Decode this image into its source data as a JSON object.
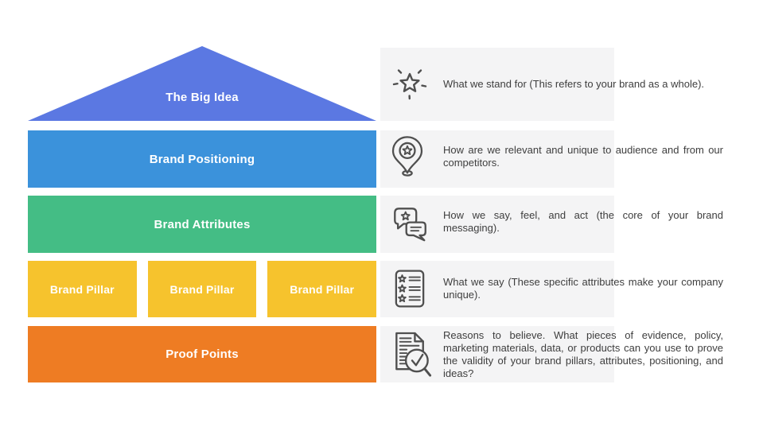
{
  "pyramid": {
    "levels": [
      {
        "id": "big-idea",
        "label": "The Big Idea",
        "shape": "triangle",
        "color": "#5b78e2"
      },
      {
        "id": "brand-positioning",
        "label": "Brand Positioning",
        "shape": "bar",
        "color": "#3b92db"
      },
      {
        "id": "brand-attributes",
        "label": "Brand Attributes",
        "shape": "bar",
        "color": "#44bd85"
      },
      {
        "id": "brand-pillars",
        "pillars": [
          "Brand Pillar",
          "Brand Pillar",
          "Brand Pillar"
        ],
        "shape": "boxes",
        "color": "#f6c32d"
      },
      {
        "id": "proof-points",
        "label": "Proof Points",
        "shape": "bar",
        "color": "#ee7c23"
      }
    ]
  },
  "annotations": [
    {
      "icon": "sparkle-star-icon",
      "text": "What we stand for (This refers to your brand as a whole)."
    },
    {
      "icon": "star-pin-icon",
      "text": "How are we relevant and unique to audience and from our competitors."
    },
    {
      "icon": "chat-bubbles-star-icon",
      "text": "How we say, feel, and act (the core of your brand messaging)."
    },
    {
      "icon": "star-checklist-icon",
      "text": "What we say (These specific attributes make your company unique)."
    },
    {
      "icon": "document-magnifier-icon",
      "text": "Reasons to believe. What pieces of evidence, policy, marketing materials, data, or products can you use to prove the validity of your brand pillars, attributes, positioning, and ideas?"
    }
  ],
  "colors": {
    "big_idea": "#5b78e2",
    "positioning": "#3b92db",
    "attributes": "#44bd85",
    "pillar": "#f6c32d",
    "proof": "#ee7c23",
    "icon": "#4f4f4f",
    "text": "#3e3e3e",
    "row_bg": "#f4f4f5"
  }
}
